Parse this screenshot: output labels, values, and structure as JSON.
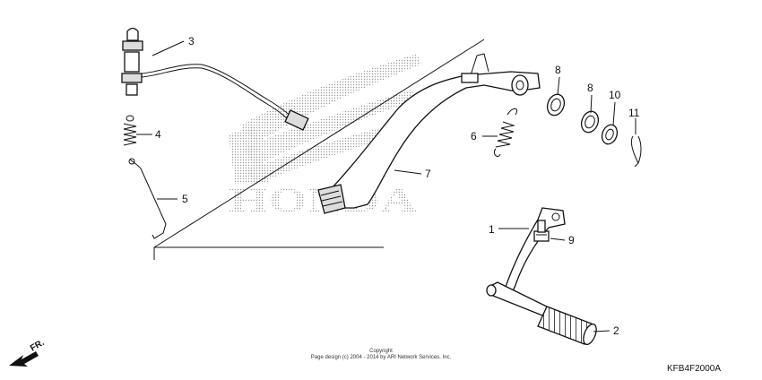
{
  "callouts": {
    "p1": "1",
    "p2": "2",
    "p3": "3",
    "p4": "4",
    "p5": "5",
    "p6": "6",
    "p7": "7",
    "p8a": "8",
    "p8b": "8",
    "p9": "9",
    "p10": "10",
    "p11": "11"
  },
  "watermark": {
    "brand": "HONDA"
  },
  "footer": {
    "copyright": "Copyright",
    "page_design": "Page design (c) 2004 - 2014 by ARI Network Services, Inc."
  },
  "diagram_code": "KFB4F2000A",
  "direction_marker": "FR."
}
